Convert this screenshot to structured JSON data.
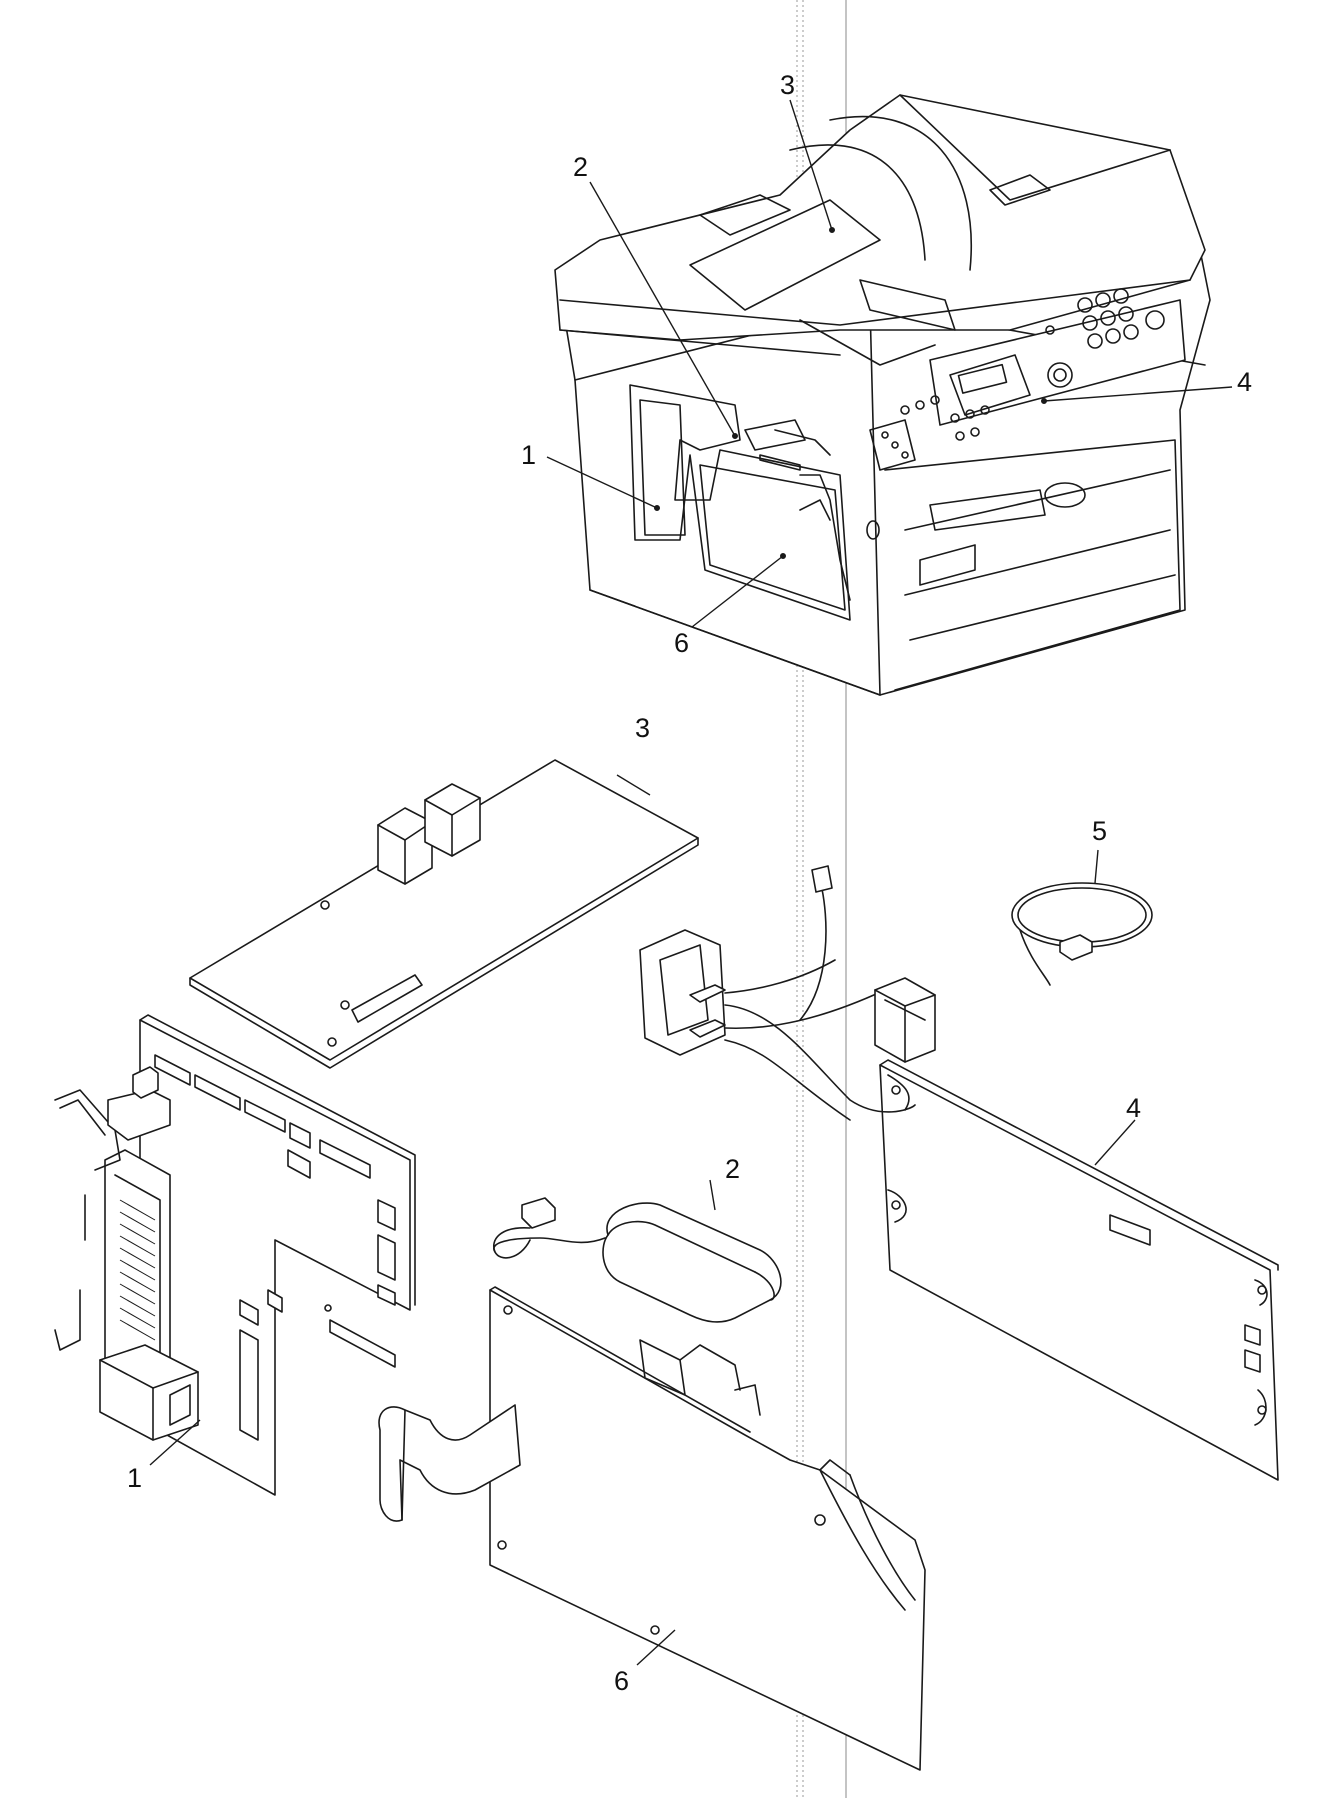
{
  "callouts": {
    "machine": {
      "c1": "1",
      "c2": "2",
      "c3": "3",
      "c4": "4",
      "c6": "6"
    },
    "parts": {
      "c1": "1",
      "c2": "2",
      "c3": "3",
      "c4": "4",
      "c5": "5",
      "c6": "6"
    }
  },
  "colors": {
    "line": "#1a1a1a",
    "background": "#ffffff",
    "scan_artifact": "#8a8a8a"
  }
}
